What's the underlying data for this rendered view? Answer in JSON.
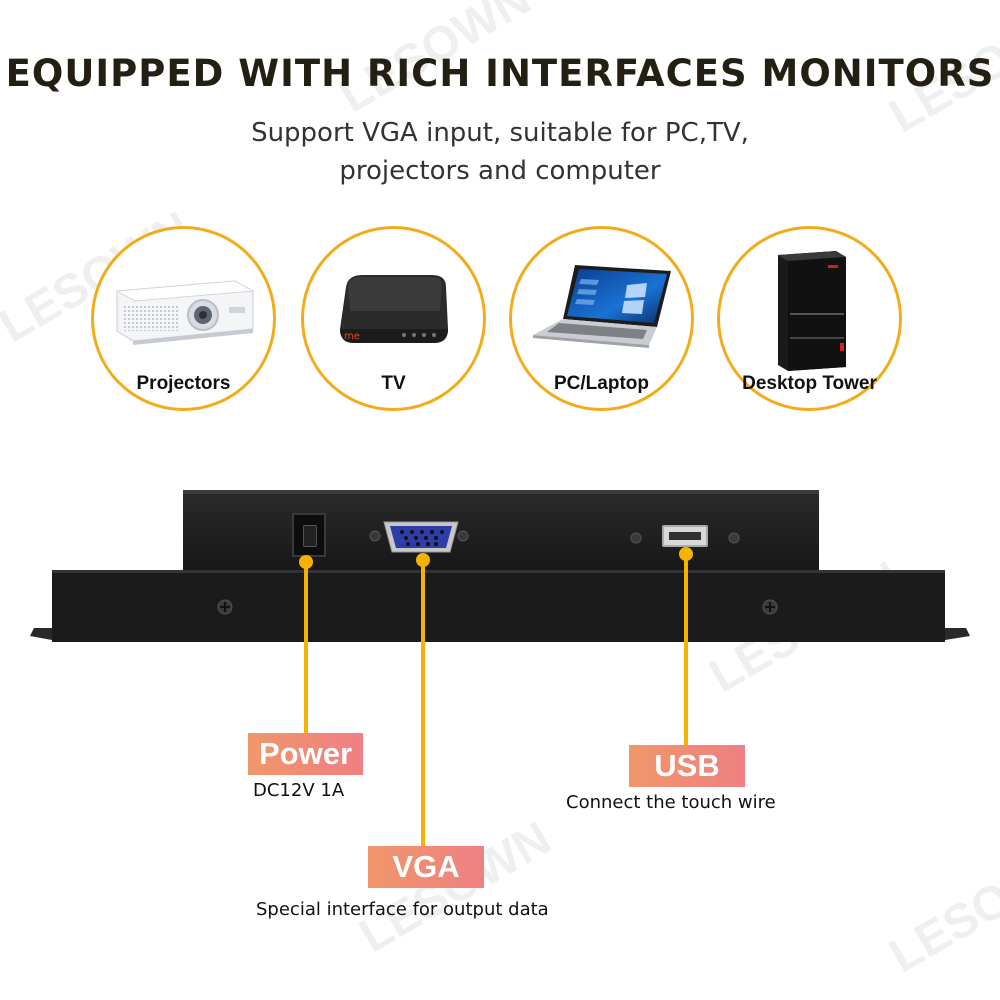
{
  "header": {
    "title": "EQUIPPED WITH RICH INTERFACES MONITORS",
    "subtitle_line1": "Support VGA input, suitable for PC,TV,",
    "subtitle_line2": "projectors and computer"
  },
  "devices": [
    {
      "label": "Projectors",
      "icon": "projector-icon"
    },
    {
      "label": "TV",
      "icon": "tv-box-icon"
    },
    {
      "label": "PC/Laptop",
      "icon": "laptop-icon"
    },
    {
      "label": "Desktop Tower",
      "icon": "desktop-tower-icon"
    }
  ],
  "tv_box_logo": "me",
  "ports": {
    "power": {
      "label": "Power",
      "desc": "DC12V 1A"
    },
    "vga": {
      "label": "VGA",
      "desc": "Special interface for output data"
    },
    "usb": {
      "label": "USB",
      "desc": "Connect the touch wire"
    }
  },
  "watermark": "LESOWN",
  "colors": {
    "accent": "#f2ab19",
    "connector_line": "#f5b301",
    "tag_gradient_start": "#f0976a",
    "tag_gradient_end": "#f07f83",
    "monitor_body": "#1e1e1e"
  }
}
